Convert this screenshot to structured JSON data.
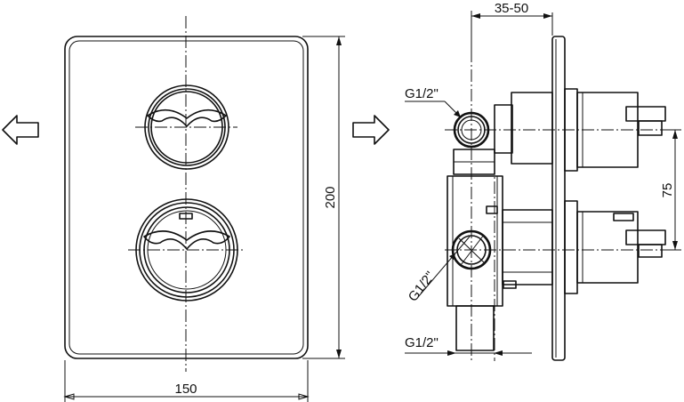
{
  "dimensions": {
    "width": "150",
    "height": "200",
    "wall_depth": "35-50",
    "outlet_spacing": "75"
  },
  "connections": {
    "top": "G1/2\"",
    "diagonal": "G1/2\"",
    "bottom": "G1/2\""
  },
  "icons": [
    "arrow-left-icon",
    "arrow-right-icon"
  ]
}
